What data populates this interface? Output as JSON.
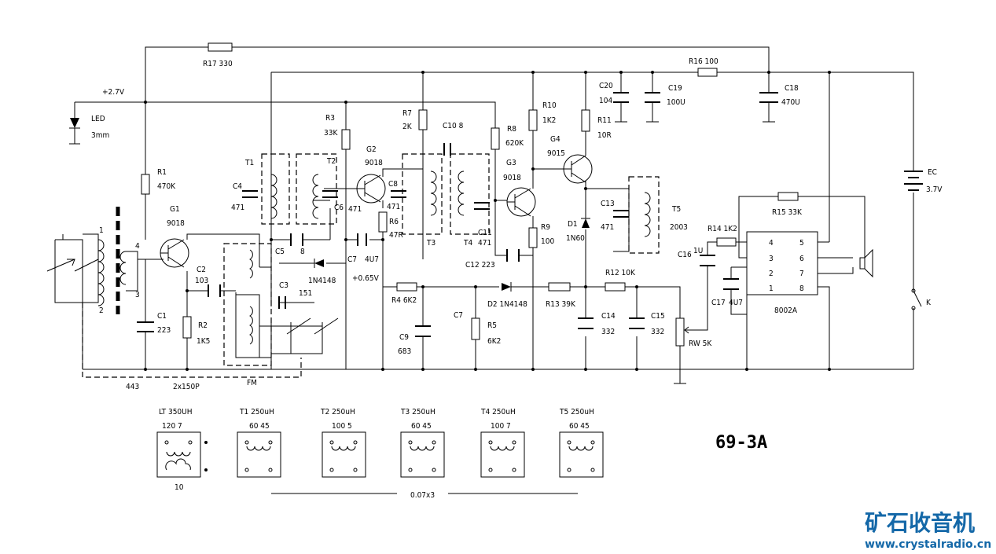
{
  "model": "69-3A",
  "watermark": {
    "brand": "矿石收音机",
    "site": "www.crystalradio.cn"
  },
  "labels": {
    "r17": "R17  330",
    "r16": "R16  100",
    "v27": "+2.7V",
    "led": "LED",
    "led_size": "3mm",
    "r1": "R1",
    "r1v": "470K",
    "r3": "R3",
    "r3v": "33K",
    "r7": "R7",
    "r7v": "2K",
    "c10": "C10 8",
    "r8": "R8",
    "r8v": "620K",
    "r10": "R10",
    "r10v": "1K2",
    "r11": "R11",
    "r11v": "10R",
    "c20": "C20",
    "c20v": "104",
    "c19": "C19",
    "c19v": "100U",
    "c18": "C18",
    "c18v": "470U",
    "g1": "G1",
    "g1v": "9018",
    "g2": "G2",
    "g2v": "9018",
    "g3": "G3",
    "g3v": "9018",
    "g4": "G4",
    "g4v": "9015",
    "t1": "T1",
    "t2": "T2",
    "t3": "T3",
    "t4": "T4",
    "t5": "T5",
    "t5v": "2003",
    "c4": "C4",
    "c4v": "471",
    "c6": "C6",
    "c6v": "471",
    "c8": "C8",
    "c8v": "471",
    "c11": "C11",
    "c11v": "471",
    "c13": "C13",
    "c13v": "471",
    "c5": "C5",
    "c5v": "8",
    "c7a": "C7",
    "c7av": "4U7",
    "r6": "R6",
    "r6v": "47R",
    "d_1n4148": "1N4148",
    "v065": "+0.65V",
    "r4": "R4  6K2",
    "c12": "C12   223",
    "d2": "D2  1N4148",
    "r13": "R13  39K",
    "r9": "R9",
    "r9v": "100",
    "d1": "D1",
    "d1v": "1N60",
    "r12": "R12   10K",
    "c14": "C14",
    "c14v": "332",
    "c15": "C15",
    "c15v": "332",
    "rw": "RW  5K",
    "c16": "C16",
    "c16v": "1U",
    "r14": "R14 1K2",
    "r15": "R15   33K",
    "c17": "C17",
    "c17v": "4U7",
    "ic": "8002A",
    "ec": "EC",
    "ecv": "3.7V",
    "k": "K",
    "c1": "C1",
    "c1v": "223",
    "c2": "C2",
    "c2v": "103",
    "r2": "R2",
    "r2v": "1K5",
    "c3": "C3",
    "c3v": "151",
    "c7b": "C7",
    "r5": "R5",
    "r5v": "6K2",
    "c9": "C9",
    "c9v": "683",
    "n443": "443",
    "cap2x": "2x150P",
    "fm": "FM",
    "pin1": "1",
    "pin2": "2",
    "pin3": "3",
    "pin4": "4",
    "ic_p1": "1",
    "ic_p2": "2",
    "ic_p3": "3",
    "ic_p4": "4",
    "ic_p5": "5",
    "ic_p6": "6",
    "ic_p7": "7",
    "ic_p8": "8",
    "dim": "0.07x3"
  },
  "coils": [
    {
      "title": "LT  350UH",
      "turns": "120   7",
      "bottom": "10"
    },
    {
      "title": "T1  250uH",
      "turns": "60  45",
      "bottom": ""
    },
    {
      "title": "T2  250uH",
      "turns": "100  5",
      "bottom": ""
    },
    {
      "title": "T3  250uH",
      "turns": "60  45",
      "bottom": ""
    },
    {
      "title": "T4  250uH",
      "turns": "100  7",
      "bottom": ""
    },
    {
      "title": "T5   250uH",
      "turns": "60  45",
      "bottom": ""
    }
  ]
}
